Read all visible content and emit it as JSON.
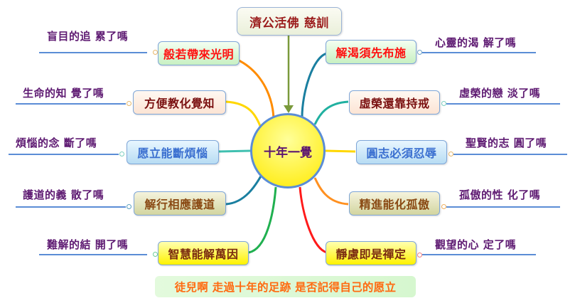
{
  "title": "濟公活佛 慈訓",
  "center": "十年一覺",
  "footer": "徒兒啊  走過十年的足跡  是否記得自己的愿立",
  "colors": {
    "title_text": "#9b1c1c",
    "center_text": "#5a1470",
    "leaf_text": "#5e1a72",
    "leaf_line": "#5b8dd6",
    "footer_text": "#ff6a10",
    "center_border": "#5b8dd6",
    "arrow": "#7a9a3c"
  },
  "left_branches": [
    {
      "label": "般若帶來光明",
      "leaf": "盲目的追  累了嗎",
      "style": "green",
      "link_color": "#ff8c00"
    },
    {
      "label": "方便教化覺知",
      "leaf": "生命的知  覺了嗎",
      "style": "peach",
      "link_color": "#ffd700"
    },
    {
      "label": "愿立能斷煩惱",
      "leaf": "煩惱的念  斷了嗎",
      "style": "blue",
      "link_color": "#40c0b0"
    },
    {
      "label": "解行相應護道",
      "leaf": "護道的義  散了嗎",
      "style": "olive",
      "link_color": "#1a7fa0"
    },
    {
      "label": "智慧能解萬因",
      "leaf": "難解的結  開了嗎",
      "style": "yellow",
      "link_color": "#20b050"
    }
  ],
  "right_branches": [
    {
      "label": "解渴須先布施",
      "leaf": "心靈的渴  解了嗎",
      "style": "green",
      "link_color": "#1a7fa0"
    },
    {
      "label": "虛榮還靠持戒",
      "leaf": "虛榮的戀  淡了嗎",
      "style": "peach",
      "link_color": "#20b0a0"
    },
    {
      "label": "圓志必須忍辱",
      "leaf": "聖賢的志  圓了嗎",
      "style": "blue",
      "link_color": "#ffd700"
    },
    {
      "label": "精進能化孤傲",
      "leaf": "孤傲的性  化了嗎",
      "style": "olive",
      "link_color": "#ff9020"
    },
    {
      "label": "靜慮即是禪定",
      "leaf": "觀望的心  定了嗎",
      "style": "yellow",
      "link_color": "#ff1a1a"
    }
  ]
}
